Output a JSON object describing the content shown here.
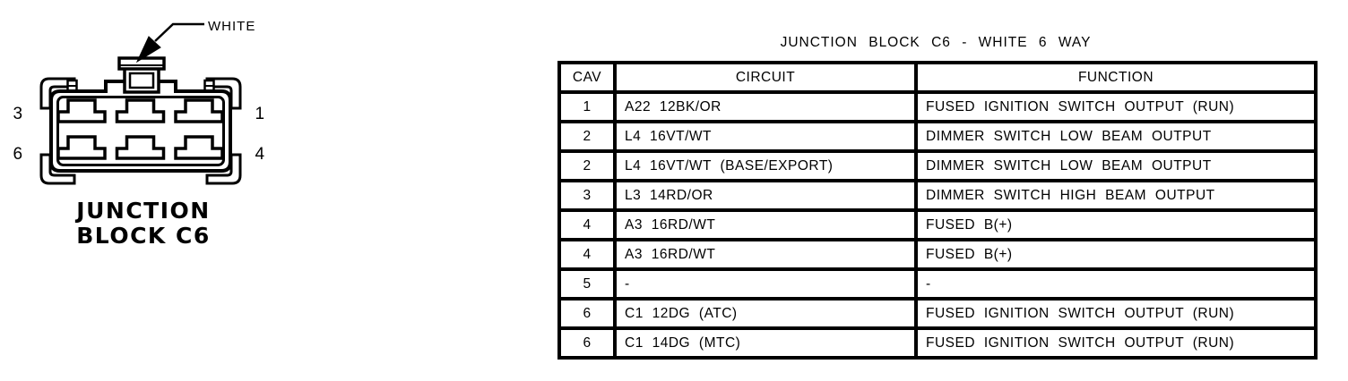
{
  "colors": {
    "ink": "#000000",
    "paper": "#ffffff"
  },
  "diagram": {
    "connector_color_label": "WHITE",
    "pins": {
      "top_left": "3",
      "top_right": "1",
      "bottom_left": "6",
      "bottom_right": "4"
    },
    "caption_line1": "JUNCTION",
    "caption_line2": "BLOCK C6"
  },
  "table": {
    "title": "JUNCTION BLOCK C6 - WHITE 6 WAY",
    "headers": {
      "cav": "CAV",
      "circuit": "CIRCUIT",
      "function": "FUNCTION"
    },
    "rows": [
      {
        "cav": "1",
        "circuit": "A22 12BK/OR",
        "function": "FUSED IGNITION SWITCH OUTPUT (RUN)"
      },
      {
        "cav": "2",
        "circuit": "L4 16VT/WT",
        "function": "DIMMER SWITCH LOW BEAM OUTPUT"
      },
      {
        "cav": "2",
        "circuit": "L4 16VT/WT (BASE/EXPORT)",
        "function": "DIMMER SWITCH LOW BEAM OUTPUT"
      },
      {
        "cav": "3",
        "circuit": "L3 14RD/OR",
        "function": "DIMMER SWITCH HIGH BEAM OUTPUT"
      },
      {
        "cav": "4",
        "circuit": "A3 16RD/WT",
        "function": "FUSED B(+)"
      },
      {
        "cav": "4",
        "circuit": "A3 16RD/WT",
        "function": "FUSED B(+)"
      },
      {
        "cav": "5",
        "circuit": "-",
        "function": "-"
      },
      {
        "cav": "6",
        "circuit": "C1 12DG (ATC)",
        "function": "FUSED IGNITION SWITCH OUTPUT (RUN)"
      },
      {
        "cav": "6",
        "circuit": "C1 14DG (MTC)",
        "function": "FUSED IGNITION SWITCH OUTPUT (RUN)"
      }
    ]
  }
}
